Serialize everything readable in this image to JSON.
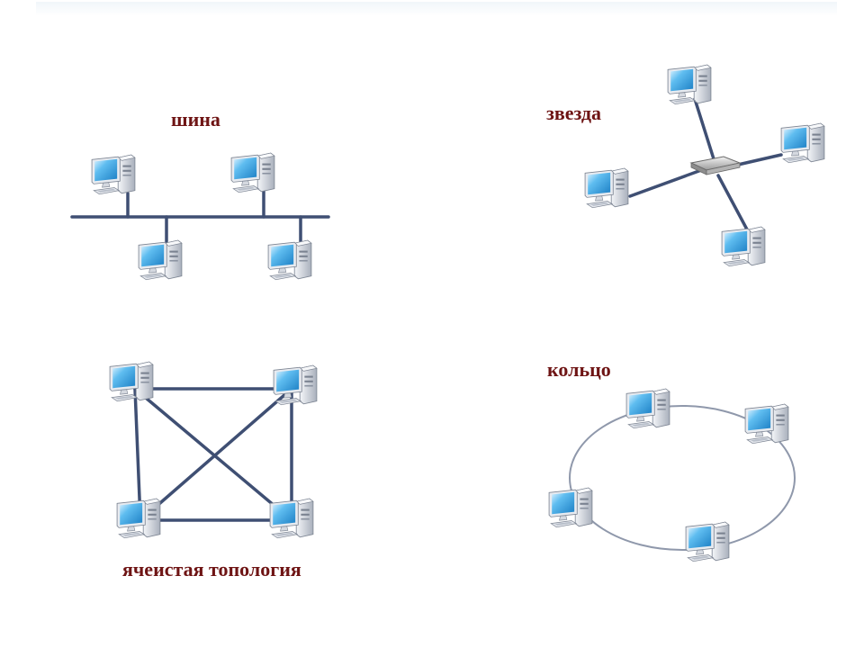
{
  "labels": {
    "bus": "шина",
    "star": "звезда",
    "mesh": "ячеистая топология",
    "ring": "кольцо"
  },
  "colors": {
    "label": "#6e1414",
    "wire": "#3f4f73",
    "ring": "#8f98ab",
    "screen": "#3aa0de",
    "case": "#c9ced6"
  },
  "icons": {
    "computer": "computer-icon",
    "hub": "hub-icon"
  }
}
